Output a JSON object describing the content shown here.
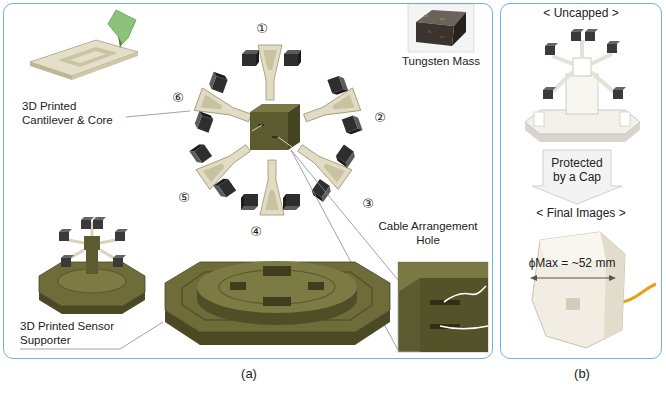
{
  "diagram": {
    "nodes": [
      {
        "text": [
          "(a)"
        ]
      },
      {
        "text": [
          "(b)"
        ]
      }
    ],
    "labels": [
      "①",
      "②",
      "③",
      "④",
      "⑤",
      "⑥",
      "3D Printed Cantilever & Core",
      "Tungsten Mass",
      "Cable Arrangement Hole",
      "3D Printed Sensor Supporter",
      "< Uncapped >",
      "Protected by a Cap",
      "< Final Images >",
      "ϕMax = ~52 mm"
    ]
  }
}
